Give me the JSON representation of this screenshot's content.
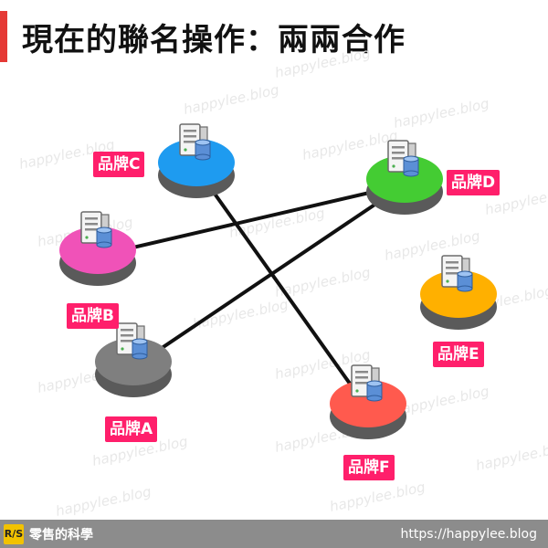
{
  "title": "現在的聯名操作：兩兩合作",
  "watermark_text": "happylee.blog",
  "nodes": [
    {
      "id": "C",
      "label": "品牌C",
      "color": "#1e9bf0",
      "label_color": "#ff1f6b"
    },
    {
      "id": "D",
      "label": "品牌D",
      "color": "#44cc33",
      "label_color": "#ff1f6b"
    },
    {
      "id": "B",
      "label": "品牌B",
      "color": "#f052b8",
      "label_color": "#ff1f6b"
    },
    {
      "id": "E",
      "label": "品牌E",
      "color": "#ffb000",
      "label_color": "#ff1f6b"
    },
    {
      "id": "A",
      "label": "品牌A",
      "color": "#7f7f7f",
      "label_color": "#ff1f6b"
    },
    {
      "id": "F",
      "label": "品牌F",
      "color": "#ff5a4e",
      "label_color": "#ff1f6b"
    }
  ],
  "links": [
    {
      "from": "C",
      "to": "F"
    },
    {
      "from": "B",
      "to": "D"
    },
    {
      "from": "A",
      "to": "D"
    }
  ],
  "footer": {
    "logo_text": "R/S",
    "brand": "零售的科學",
    "url": "https://happylee.blog"
  }
}
